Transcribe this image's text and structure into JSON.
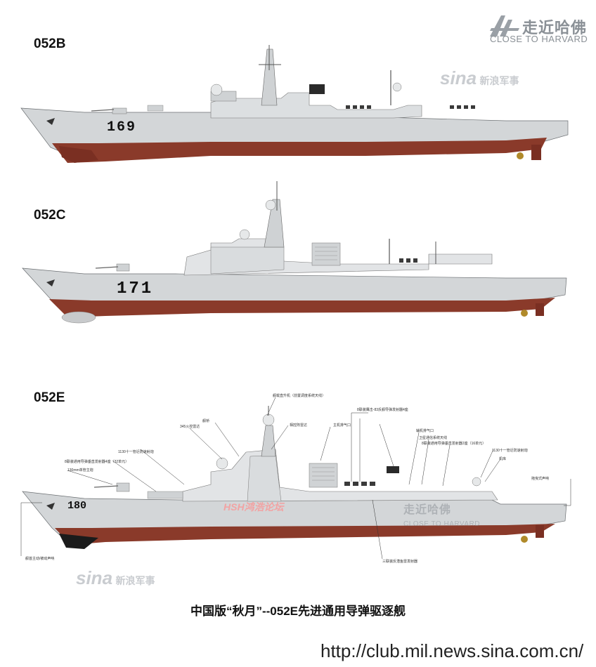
{
  "logo": {
    "chinese": "走近哈佛",
    "english": "CLOSE TO HARVARD"
  },
  "sina": {
    "mark": "sina",
    "chinese": "新浪军事"
  },
  "ships": [
    {
      "label": "052B",
      "hull_number": "169"
    },
    {
      "label": "052C",
      "hull_number": "171"
    },
    {
      "label": "052E",
      "hull_number": "180"
    }
  ],
  "watermark_hsh": "HSH鸿浩论坛",
  "annotations": [
    "舰载直升机（前置调度系统天线）",
    "相控阵雷达",
    "主机排气口",
    "舰桥",
    "345火控雷达",
    "1130十一管近防速射炮",
    "8联装通用导弹垂直发射器4座（32单元）",
    "130mm单管主炮",
    "舰首主动/被动声呐",
    "8联装鹰击-83反舰导弹发射器4座",
    "辅机排气口",
    "卫星通信系统天线",
    "8联装通用导弹垂直发射器2座（16单元）",
    "1130十一管近防速射炮",
    "机库",
    "拖曳式声呐",
    "三联装反潜鱼雷发射器"
  ],
  "caption": "中国版“秋月”--052E先进通用导弹驱逐舰",
  "url": "http://club.mil.news.sina.com.cn/",
  "colors": {
    "hull_gray": "#cfd2d4",
    "antifouling_red": "#8a3a2a",
    "waterline_black": "#1b1b1b"
  }
}
